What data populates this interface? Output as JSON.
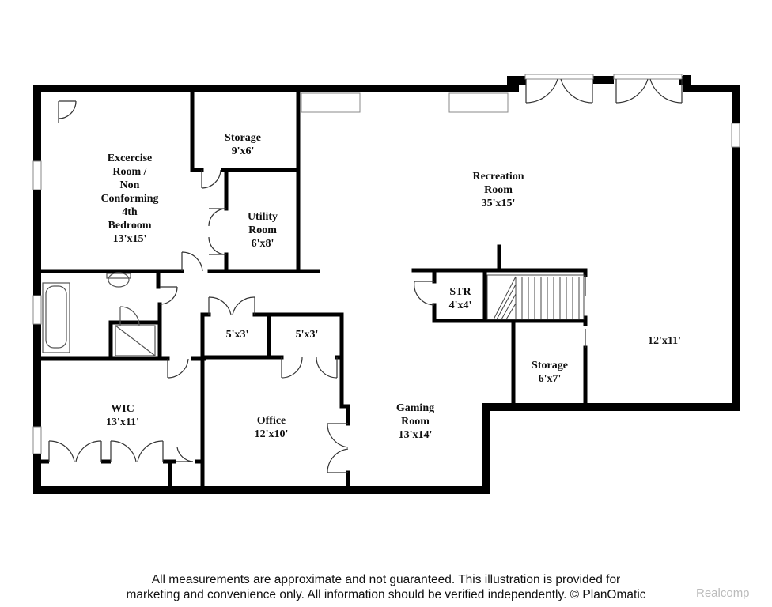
{
  "rooms": {
    "exercise": {
      "lines": [
        "Excercise",
        "Room /",
        "Non",
        "Conforming",
        "4th",
        "Bedroom",
        "13'x15'"
      ]
    },
    "storage_top": {
      "lines": [
        "Storage",
        "9'x6'"
      ]
    },
    "utility": {
      "lines": [
        "Utility",
        "Room",
        "6'x8'"
      ]
    },
    "recreation": {
      "lines": [
        "Recreation",
        "Room",
        "35'x15'"
      ]
    },
    "str": {
      "lines": [
        "STR",
        "4'x4'"
      ]
    },
    "closet_a": {
      "lines": [
        "5'x3'"
      ]
    },
    "closet_b": {
      "lines": [
        "5'x3'"
      ]
    },
    "storage_right": {
      "lines": [
        "Storage",
        "6'x7'"
      ]
    },
    "area_right": {
      "lines": [
        "12'x11'"
      ]
    },
    "wic": {
      "lines": [
        "WIC",
        "13'x11'"
      ]
    },
    "office": {
      "lines": [
        "Office",
        "12'x10'"
      ]
    },
    "gaming": {
      "lines": [
        "Gaming",
        "Room",
        "13'x14'"
      ]
    }
  },
  "disclaimer": {
    "line1": "All measurements are approximate and not guaranteed. This illustration is provided for",
    "line2": "marketing and convenience only. All information should be verified independently. © PlanOmatic"
  },
  "watermark": "Realcomp",
  "colors": {
    "wall": "#000000",
    "background": "#ffffff",
    "fixture": "#555555"
  }
}
